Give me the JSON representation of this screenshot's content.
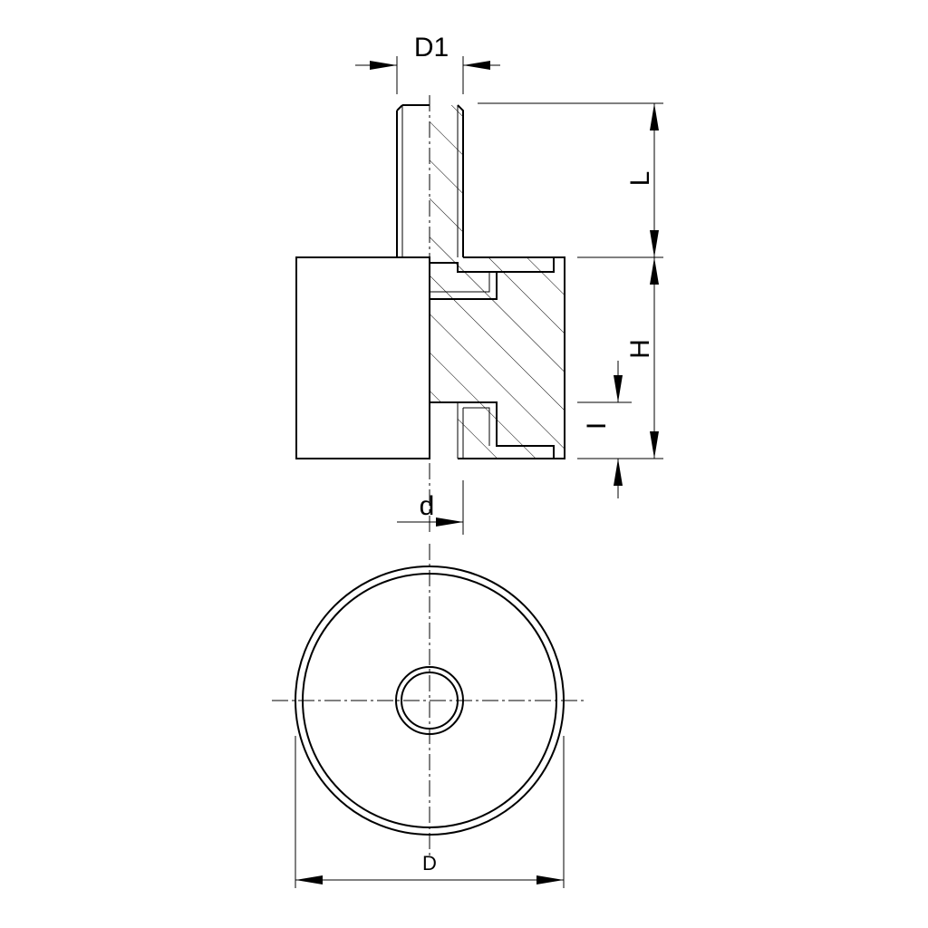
{
  "drawing": {
    "labels": {
      "d1": "D1",
      "l": "L",
      "h": "H",
      "i": "I",
      "d": "d",
      "big_d": "D"
    }
  }
}
